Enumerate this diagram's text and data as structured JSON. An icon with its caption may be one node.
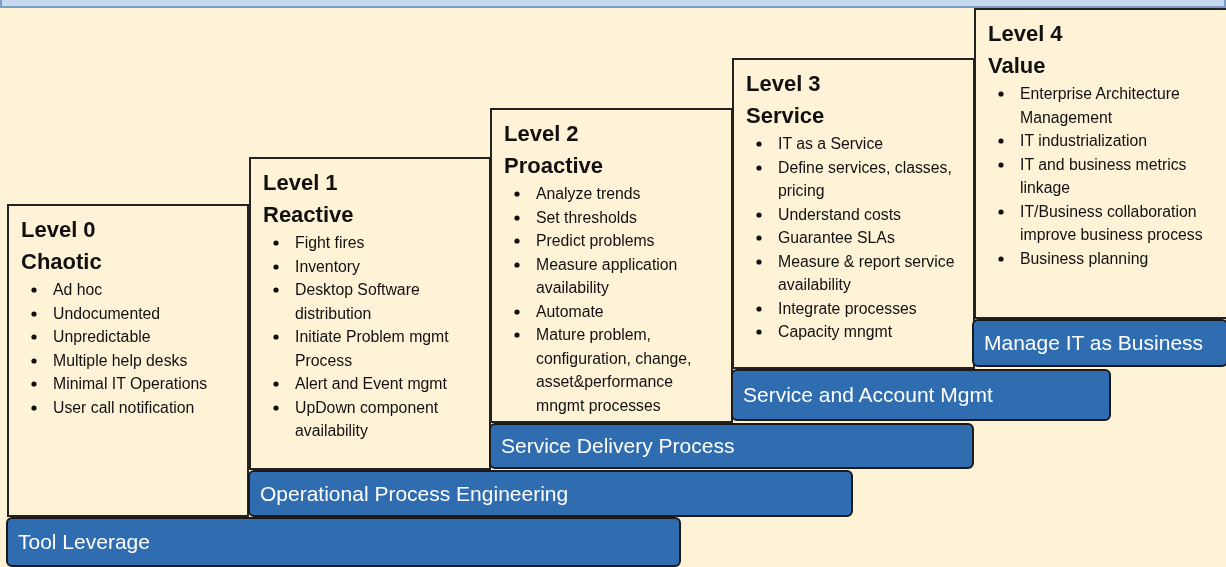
{
  "diagram": {
    "nodes": [
      {
        "text": [],
        "shape": "box"
      },
      {
        "text": [
          "Level 0",
          "Chaotic",
          "Ad hoc",
          "Undocumented",
          "Unpredictable",
          "Multiple help desks",
          "Minimal IT Operations",
          "User call notification"
        ]
      },
      {
        "text": [
          "Level 1",
          "Reactive",
          "Fight fires",
          "Inventory",
          "Desktop Software distribution",
          "Initiate Problem mgmt Process",
          "Alert and Event mgmt",
          "UpDown component availability"
        ]
      },
      {
        "text": [
          "Level 2",
          "Proactive",
          "Analyze trends",
          "Set thresholds",
          "Predict problems",
          "Measure application availability",
          "Automate",
          "Mature problem, configuration, change, asset&performance mngmt processes"
        ]
      },
      {
        "text": [
          "Level 3",
          "Service",
          "IT as a Service",
          "Define services, classes, pricing",
          "Understand costs",
          "Guarantee SLAs",
          "Measure & report service availability",
          "Integrate processes",
          "Capacity mngmt"
        ]
      },
      {
        "text": [
          "Level 4",
          "Value",
          "Enterprise Architecture Management",
          "IT industrialization",
          "IT and business metrics linkage",
          "IT/Business collaboration improve business process",
          "Business planning"
        ]
      },
      {
        "text": [
          "Manage IT as Business"
        ]
      },
      {
        "text": [
          "Service and Account Mgmt"
        ]
      },
      {
        "text": [
          "Service Delivery Process"
        ]
      },
      {
        "text": [
          "Operational Process Engineering"
        ]
      },
      {
        "text": [
          "Tool Leverage"
        ]
      }
    ],
    "edges": []
  }
}
